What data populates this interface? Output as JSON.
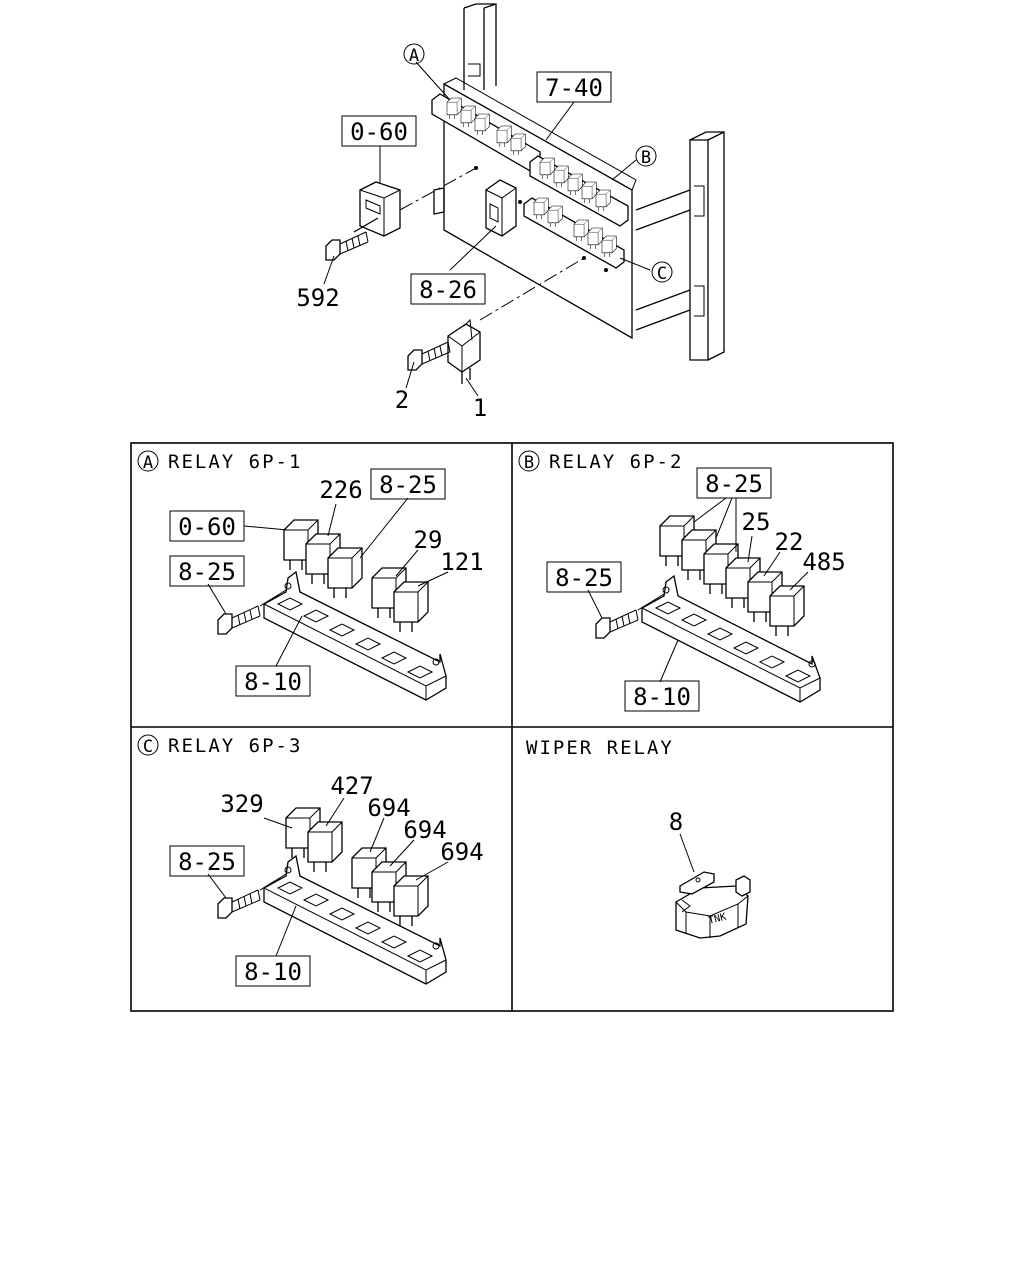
{
  "overview": {
    "callouts": {
      "a": "A",
      "b": "B",
      "c": "C"
    },
    "labels": {
      "relay_block": "7-40",
      "left_unit": "0-60",
      "center_unit": "8-26",
      "bolt_left": "592",
      "bolt_bottom": "2",
      "wiper_relay": "1"
    }
  },
  "panels": {
    "a": {
      "callout": "A",
      "title": "RELAY 6P-1",
      "labels": {
        "relay_0_60": "0-60",
        "relay_226": "226",
        "relay_8_25_top": "8-25",
        "relay_29": "29",
        "relay_121": "121",
        "bolt_8_25": "8-25",
        "bracket_8_10": "8-10"
      }
    },
    "b": {
      "callout": "B",
      "title": "RELAY 6P-2",
      "labels": {
        "relay_8_25_top": "8-25",
        "relay_25": "25",
        "relay_22": "22",
        "relay_485": "485",
        "bolt_8_25": "8-25",
        "bracket_8_10": "8-10"
      }
    },
    "c": {
      "callout": "C",
      "title": "RELAY 6P-3",
      "labels": {
        "relay_329": "329",
        "relay_427": "427",
        "relay_694_a": "694",
        "relay_694_b": "694",
        "relay_694_c": "694",
        "bolt_8_25": "8-25",
        "bracket_8_10": "8-10"
      }
    },
    "wiper": {
      "title": "WIPER RELAY",
      "labels": {
        "part_8": "8",
        "stamp": "TNK"
      }
    }
  }
}
